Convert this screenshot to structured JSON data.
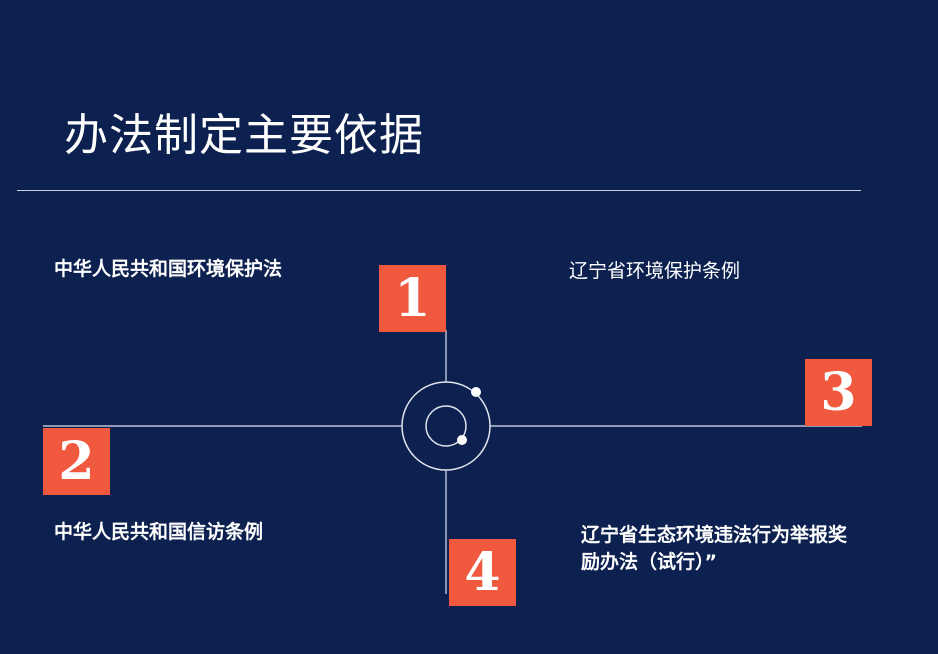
{
  "slide": {
    "title": "办法制定主要依据"
  },
  "items": [
    {
      "number": "1",
      "text": "中华人民共和国环境保护法"
    },
    {
      "number": "2",
      "text": "中华人民共和国信访条例"
    },
    {
      "number": "3",
      "text": "辽宁省环境保护条例"
    },
    {
      "number": "4",
      "line1": "辽宁省生态环境违法行为举报奖",
      "line2": "励办法（试行）”"
    }
  ],
  "colors": {
    "background": "#0c2150",
    "accent": "#f1593f",
    "text": "#ffffff",
    "line": "#dfe4ee"
  }
}
